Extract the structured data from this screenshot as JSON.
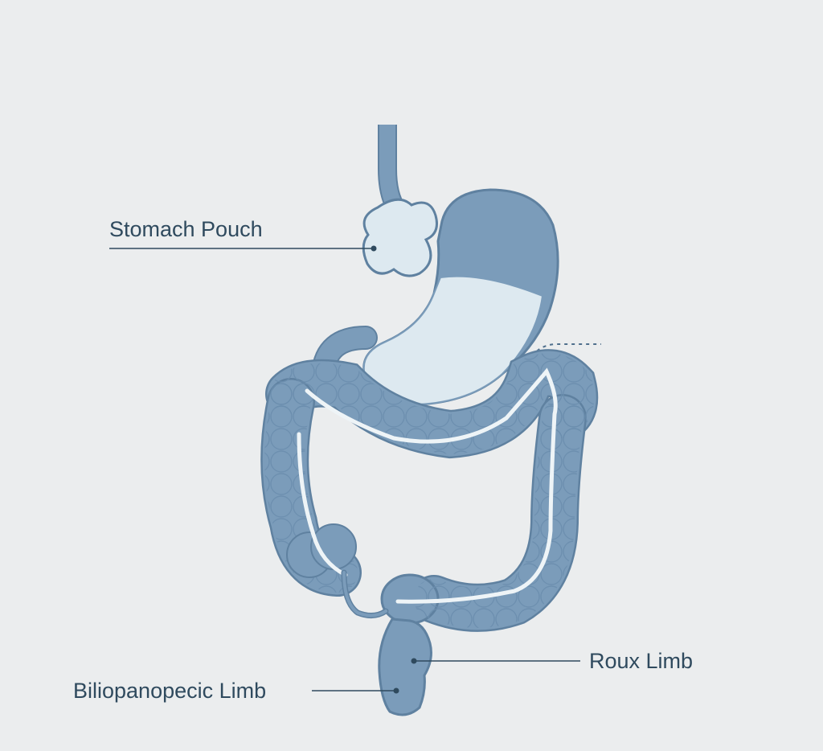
{
  "labels": {
    "stomach_pouch": "Stomach Pouch",
    "roux_limb": "Roux Limb",
    "biliopancreatic_limb": "Biliopanopecic Limb"
  },
  "colors": {
    "background": "#ebedee",
    "organ_fill": "#7b9cba",
    "organ_stroke": "#5f81a0",
    "pouch_fill": "#dde9f0",
    "leader_line": "#2f4a5e",
    "highlight": "#eef4f7"
  }
}
